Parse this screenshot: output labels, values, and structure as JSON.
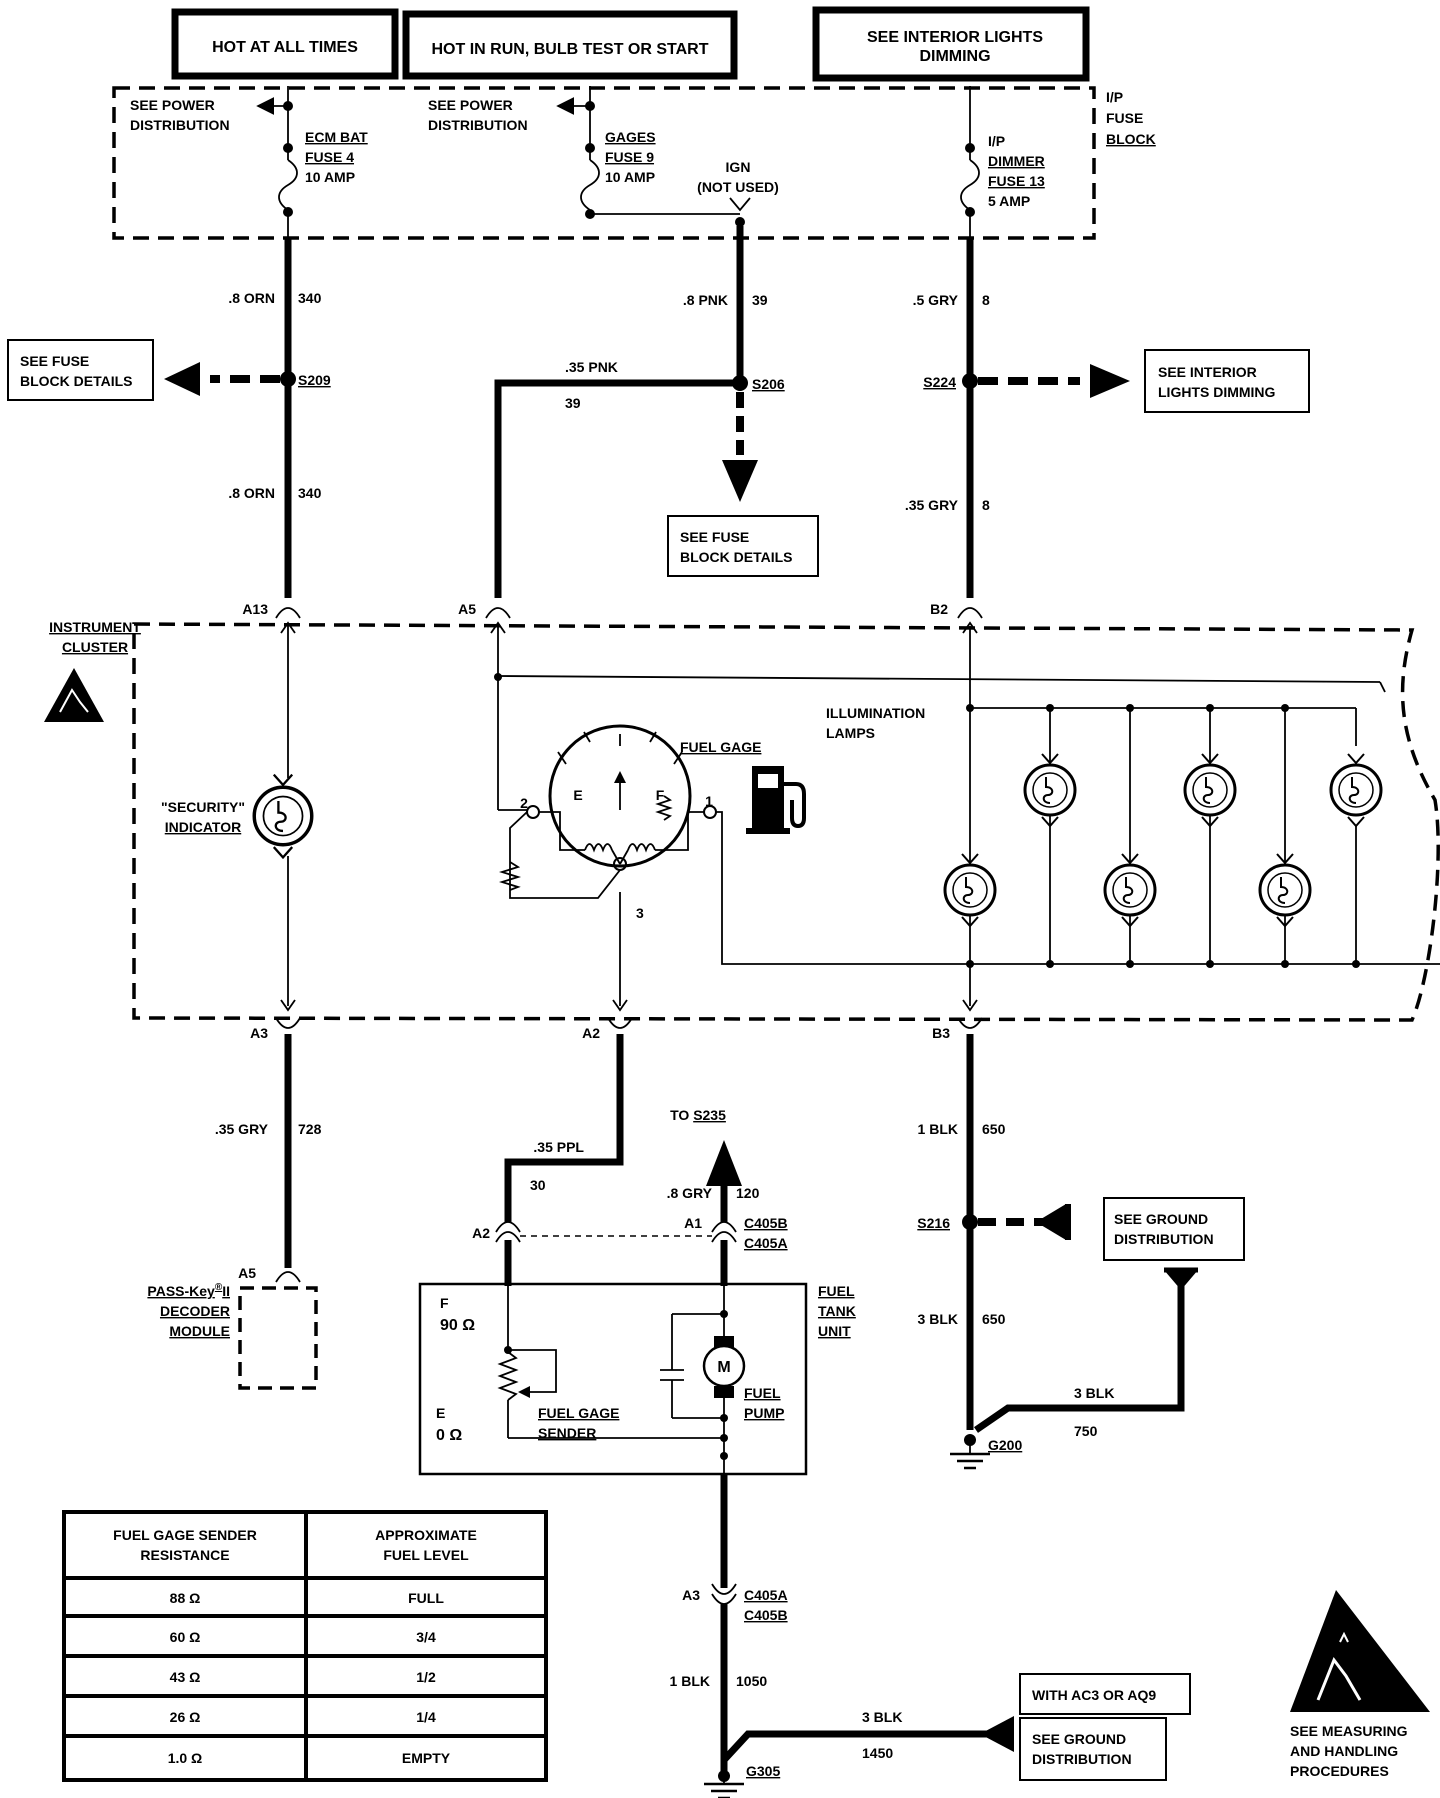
{
  "headers": {
    "hot_at_all_times": "HOT AT ALL TIMES",
    "hot_in_run": "HOT IN RUN, BULB TEST OR START",
    "see_interior_lights_l1": "SEE INTERIOR LIGHTS",
    "see_interior_lights_l2": "DIMMING"
  },
  "fuse_block": {
    "label_l1": "I/P",
    "label_l2": "FUSE",
    "label_l3": "BLOCK",
    "see_power_dist_1_l1": "SEE POWER",
    "see_power_dist_1_l2": "DISTRIBUTION",
    "see_power_dist_2_l1": "SEE POWER",
    "see_power_dist_2_l2": "DISTRIBUTION",
    "fuse4_l1": "ECM BAT",
    "fuse4_l2": "FUSE 4",
    "fuse4_l3": "10 AMP",
    "fuse9_l1": "GAGES",
    "fuse9_l2": "FUSE 9",
    "fuse9_l3": "10 AMP",
    "ign_l1": "IGN",
    "ign_l2": "(NOT USED)",
    "fuse13_l1": "I/P",
    "fuse13_l2": "DIMMER",
    "fuse13_l3": "FUSE 13",
    "fuse13_l4": "5 AMP"
  },
  "wires": {
    "w340a_color": ".8 ORN",
    "w340a_num": "340",
    "w340b_color": ".8 ORN",
    "w340b_num": "340",
    "w39a_color": ".8 PNK",
    "w39a_num": "39",
    "w39b_color": ".35 PNK",
    "w39b_num": "39",
    "w8a_color": ".5 GRY",
    "w8a_num": "8",
    "w8b_color": ".35 GRY",
    "w8b_num": "8",
    "w728_color": ".35 GRY",
    "w728_num": "728",
    "w30_color": ".35 PPL",
    "w30_num": "30",
    "w120_color": ".8 GRY",
    "w120_num": "120",
    "w650a_color": "1 BLK",
    "w650a_num": "650",
    "w650b_color": "3 BLK",
    "w650b_num": "650",
    "w750_color": "3 BLK",
    "w750_num": "750",
    "w1050_color": "1 BLK",
    "w1050_num": "1050",
    "w1450_color": "3 BLK",
    "w1450_num": "1450"
  },
  "splices": {
    "s209": "S209",
    "s206": "S206",
    "s224": "S224",
    "s216": "S216"
  },
  "refs": {
    "fuse_details_left_l1": "SEE FUSE",
    "fuse_details_left_l2": "BLOCK DETAILS",
    "fuse_details_mid_l1": "SEE FUSE",
    "fuse_details_mid_l2": "BLOCK DETAILS",
    "interior_dimming_l1": "SEE INTERIOR",
    "interior_dimming_l2": "LIGHTS DIMMING",
    "ground_dist_1_l1": "SEE GROUND",
    "ground_dist_1_l2": "DISTRIBUTION",
    "ground_dist_2_l1": "SEE GROUND",
    "ground_dist_2_l2": "DISTRIBUTION",
    "with_ac3": "WITH AC3 OR AQ9",
    "to_s235_prefix": "TO ",
    "to_s235": "S235"
  },
  "connectors": {
    "a13": "A13",
    "a5_top": "A5",
    "b2": "B2",
    "a3_bottom": "A3",
    "a2_bottom": "A2",
    "b3": "B3",
    "a5_pass": "A5",
    "a2_tank": "A2",
    "a1_tank": "A1",
    "c405b_1": "C405B",
    "c405a_1": "C405A",
    "a3_lower": "A3",
    "c405a_2": "C405A",
    "c405b_2": "C405B"
  },
  "cluster": {
    "label_l1": "INSTRUMENT",
    "label_l2": "CLUSTER",
    "security_l1": "\"SECURITY\"",
    "security_l2": "INDICATOR",
    "fuel_gage": "FUEL GAGE",
    "gage_e": "E",
    "gage_f": "F",
    "pin1": "1",
    "pin2": "2",
    "pin3": "3",
    "illum_l1": "ILLUMINATION",
    "illum_l2": "LAMPS"
  },
  "pass_key": {
    "l1_main": "PASS-Key",
    "l1_sup": "®",
    "l1_tail": "II",
    "l2": "DECODER",
    "l3": "MODULE"
  },
  "tank_unit": {
    "label_l1": "FUEL",
    "label_l2": "TANK",
    "label_l3": "UNIT",
    "f_label": "F",
    "f_ohm": "90 Ω",
    "e_label": "E",
    "e_ohm": "0 Ω",
    "sender_l1": "FUEL GAGE",
    "sender_l2": "SENDER",
    "pump_l1": "FUEL",
    "pump_l2": "PUMP",
    "motor": "M"
  },
  "grounds": {
    "g200": "G200",
    "g305": "G305"
  },
  "esd": {
    "l1": "SEE MEASURING",
    "l2": "AND HANDLING",
    "l3": "PROCEDURES"
  },
  "resistance_table": {
    "header_left_l1": "FUEL GAGE SENDER",
    "header_left_l2": "RESISTANCE",
    "header_right_l1": "APPROXIMATE",
    "header_right_l2": "FUEL LEVEL",
    "rows": [
      {
        "resistance": "88 Ω",
        "level": "FULL"
      },
      {
        "resistance": "60 Ω",
        "level": "3/4"
      },
      {
        "resistance": "43 Ω",
        "level": "1/2"
      },
      {
        "resistance": "26 Ω",
        "level": "1/4"
      },
      {
        "resistance": "1.0 Ω",
        "level": "EMPTY"
      }
    ]
  }
}
